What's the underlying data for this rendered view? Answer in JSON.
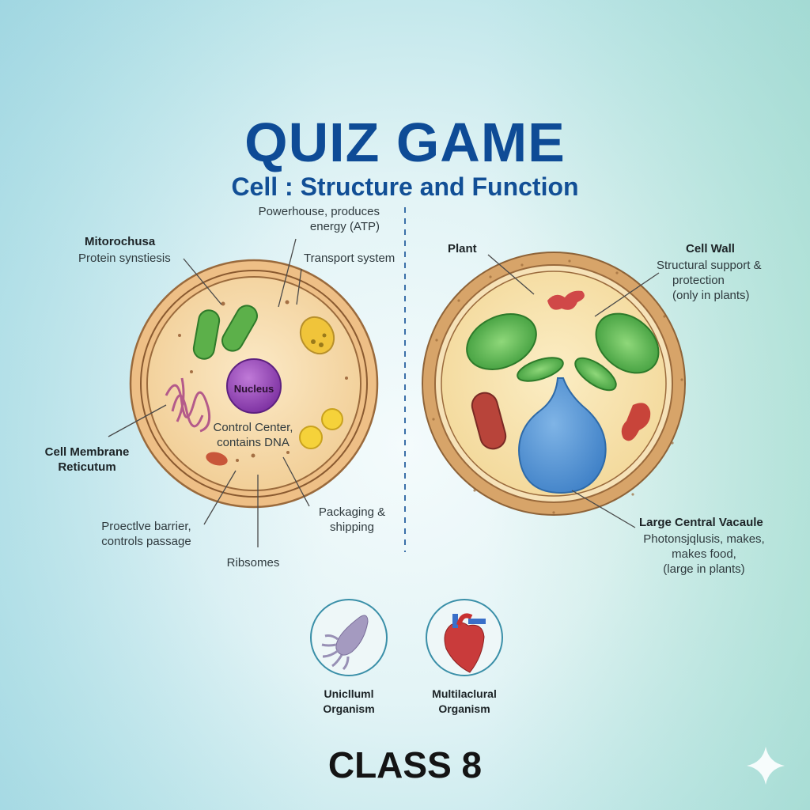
{
  "header": {
    "title": "QUIZ GAME",
    "subtitle": "Cell : Structure and Function"
  },
  "animal_cell": {
    "labels": {
      "powerhouse": [
        "Powerhouse, produces",
        "energy (ATP)"
      ],
      "mito_title": "Mitorochusa",
      "mito_desc": "Protein synstiesis",
      "transport": "Transport system",
      "nucleus": "Nucleus",
      "control": [
        "Control Center,",
        "contains DNA"
      ],
      "membrane": [
        "Cell Membrane",
        "Reticutum"
      ],
      "barrier": [
        "Proectlve barrier,",
        "controls passage"
      ],
      "packaging": [
        "Packaging &",
        "shipping"
      ],
      "ribosomes": "Ribsomes"
    }
  },
  "plant_cell": {
    "labels": {
      "plant": "Plant",
      "wall_title": "Cell Wall",
      "wall_desc": [
        "Structural support &",
        "protection",
        "(only in plants)"
      ],
      "vacuole_title": "Large Central Vacaule",
      "vacuole_desc": [
        "Photonsjqlusis, makes,",
        "makes food,",
        "(large in plants)"
      ]
    }
  },
  "organisms": [
    {
      "label": [
        "Uniclluml",
        "Organism"
      ],
      "icon": "unicellular-organism-icon"
    },
    {
      "label": [
        "Multilaclural",
        "Organism"
      ],
      "icon": "heart-icon"
    }
  ],
  "footer": {
    "class_label": "CLASS 8"
  },
  "colors": {
    "title": "#0e4b96",
    "cytoplasm": "#f6d9a8",
    "membrane": "#d9a46a"
  }
}
